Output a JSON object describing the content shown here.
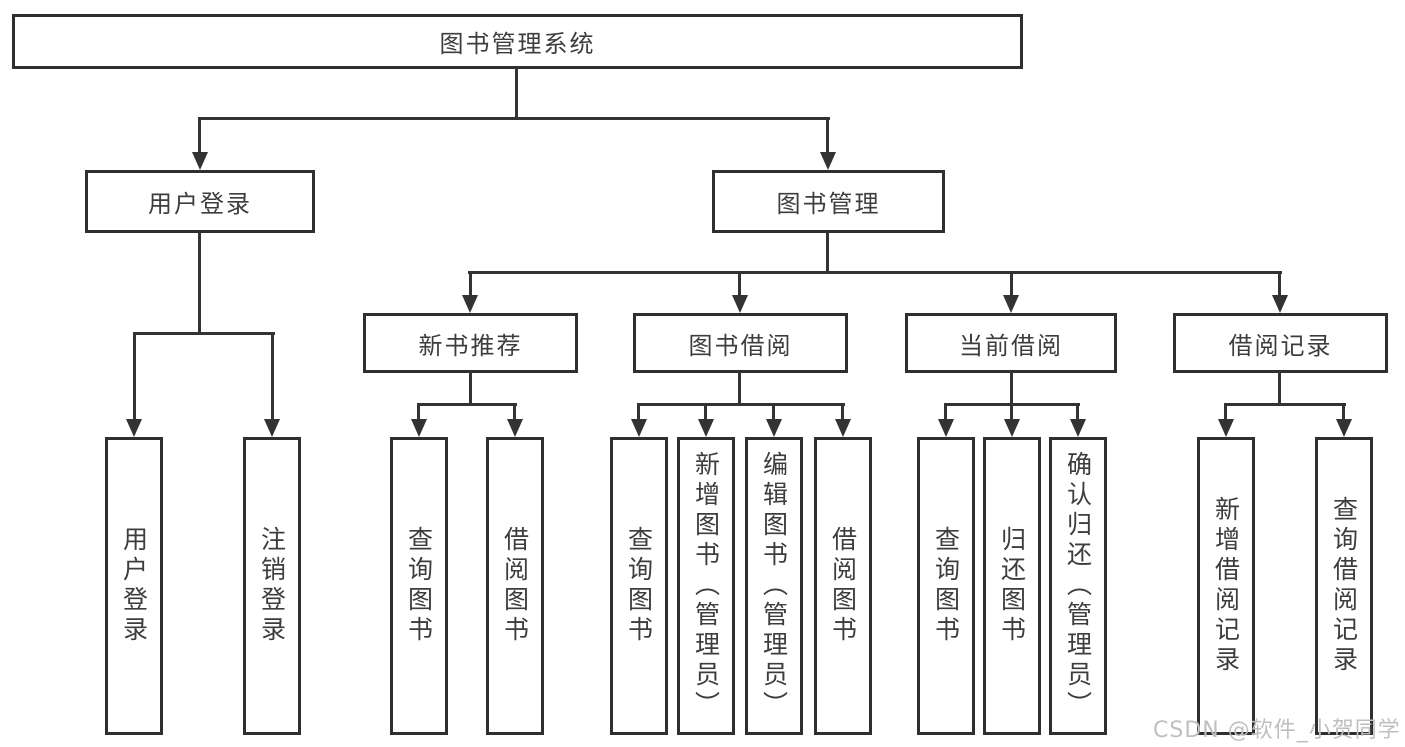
{
  "tree": {
    "root": {
      "label": "图书管理系统"
    },
    "branches": [
      {
        "label": "用户登录",
        "children": [
          {
            "label": "用户登录"
          },
          {
            "label": "注销登录"
          }
        ]
      },
      {
        "label": "图书管理",
        "groups": [
          {
            "label": "新书推荐",
            "children": [
              {
                "label": "查询图书"
              },
              {
                "label": "借阅图书"
              }
            ]
          },
          {
            "label": "图书借阅",
            "children": [
              {
                "label": "查询图书"
              },
              {
                "label": "新增图书（管理员）"
              },
              {
                "label": "编辑图书（管理员）"
              },
              {
                "label": "借阅图书"
              }
            ]
          },
          {
            "label": "当前借阅",
            "children": [
              {
                "label": "查询图书"
              },
              {
                "label": "归还图书"
              },
              {
                "label": "确认归还（管理员）"
              }
            ]
          },
          {
            "label": "借阅记录",
            "children": [
              {
                "label": "新增借阅记录"
              },
              {
                "label": "查询借阅记录"
              }
            ]
          }
        ]
      }
    ]
  },
  "watermark": {
    "text": "CSDN @软件_小贺同学"
  },
  "colors": {
    "line": "#333333",
    "border": "#2f2f2f",
    "text": "#3d3d3d",
    "canvas": "#ffffff",
    "watermark": "#bfbfbf"
  }
}
